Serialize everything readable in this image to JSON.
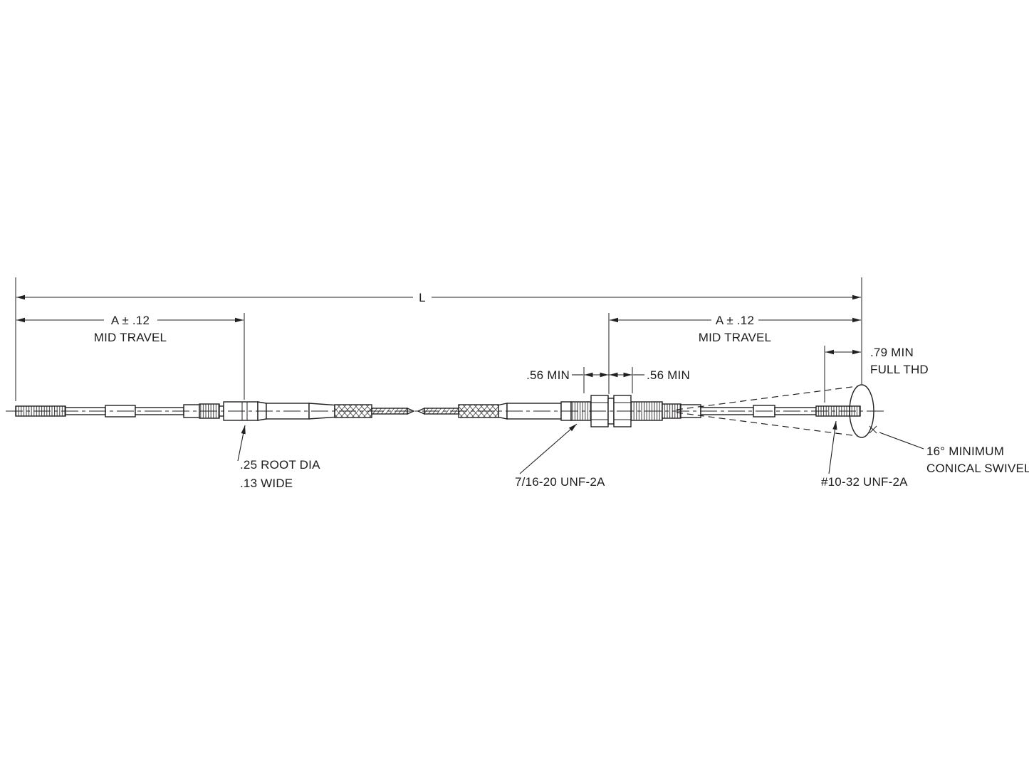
{
  "drawing": {
    "type": "engineering-dimension-drawing",
    "subject": "push-pull control cable assembly"
  },
  "colors": {
    "ink": "#231f20",
    "text": "#1d1d1f",
    "background": "#ffffff"
  },
  "dimensions": {
    "overall_length": {
      "label": "L"
    },
    "left_travel": {
      "value": "A ± .12",
      "caption": "MID TRAVEL"
    },
    "right_travel": {
      "value": "A ± .12",
      "caption": "MID TRAVEL"
    },
    "full_thread": {
      "value": ".79 MIN",
      "caption": "FULL THD"
    },
    "left_engagement": {
      "value": ".56 MIN"
    },
    "right_engagement": {
      "value": ".56 MIN"
    }
  },
  "callouts": {
    "groove": {
      "line1": ".25 ROOT DIA",
      "line2": ".13 WIDE"
    },
    "bulkhead_thread": {
      "label": "7/16-20 UNF-2A"
    },
    "rod_thread": {
      "label": "#10-32 UNF-2A"
    },
    "swivel": {
      "line1": "16° MINIMUM",
      "line2": "CONICAL SWIVEL"
    }
  }
}
